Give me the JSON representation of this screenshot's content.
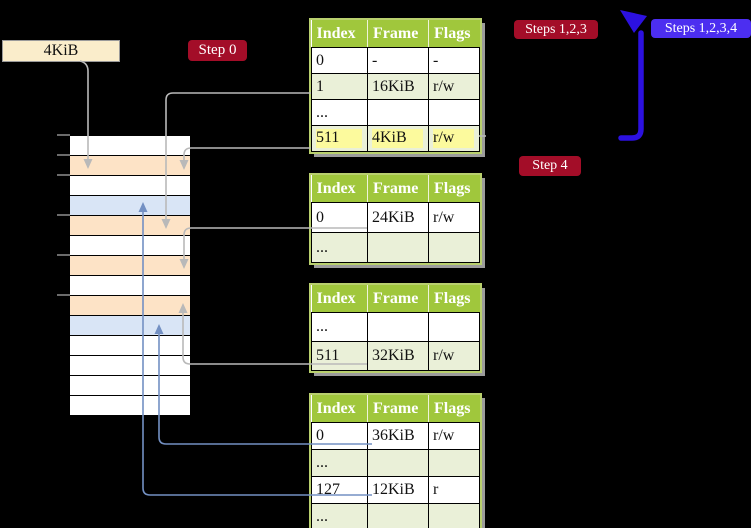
{
  "page_size_label": "4KiB",
  "badges": {
    "step0": "Step 0",
    "steps123": "Steps 1,2,3",
    "steps1234": "Steps 1,2,3,4",
    "step4": "Step 4"
  },
  "tables": [
    {
      "headers": [
        "Index",
        "Frame",
        "Flags"
      ],
      "rows": [
        {
          "cells": [
            "0",
            "-",
            "-"
          ],
          "highlight": false
        },
        {
          "cells": [
            "1",
            "16KiB",
            "r/w"
          ],
          "highlight": false
        },
        {
          "cells": [
            "...",
            "",
            ""
          ],
          "highlight": false
        },
        {
          "cells": [
            "511",
            "4KiB",
            "r/w"
          ],
          "highlight": true
        }
      ]
    },
    {
      "headers": [
        "Index",
        "Frame",
        "Flags"
      ],
      "rows": [
        {
          "cells": [
            "0",
            "24KiB",
            "r/w"
          ],
          "highlight": false
        },
        {
          "cells": [
            "...",
            "",
            ""
          ],
          "highlight": false
        }
      ]
    },
    {
      "headers": [
        "Index",
        "Frame",
        "Flags"
      ],
      "rows": [
        {
          "cells": [
            "...",
            "",
            ""
          ],
          "highlight": false
        },
        {
          "cells": [
            "511",
            "32KiB",
            "r/w"
          ],
          "highlight": false
        }
      ]
    },
    {
      "headers": [
        "Index",
        "Frame",
        "Flags"
      ],
      "rows": [
        {
          "cells": [
            "0",
            "36KiB",
            "r/w"
          ],
          "highlight": false
        },
        {
          "cells": [
            "...",
            "",
            ""
          ],
          "highlight": false
        },
        {
          "cells": [
            "127",
            "12KiB",
            "r"
          ],
          "highlight": false
        },
        {
          "cells": [
            "...",
            "",
            ""
          ],
          "highlight": false
        }
      ]
    }
  ],
  "memory": {
    "rows": [
      "white",
      "orange",
      "white",
      "blue",
      "orange",
      "white",
      "orange",
      "white",
      "orange",
      "blue",
      "white",
      "white",
      "white",
      "white"
    ]
  },
  "colors": {
    "background": "#000000",
    "table_header_green": "#a0c73c",
    "table_alt_row_green": "#eaf0d8",
    "table_border_green": "#b9d06e",
    "highlight_yellow": "#fcfa9d",
    "memory_orange": "#fde3c6",
    "memory_blue": "#d9e5f6",
    "badge_red": "#a30d28",
    "badge_blue": "#4c2ef0",
    "loop_arrow_blue": "#2c11e0",
    "connector_gray": "#b9b9b9",
    "connector_blue": "#7390c3",
    "label_cream": "#faedcb"
  }
}
